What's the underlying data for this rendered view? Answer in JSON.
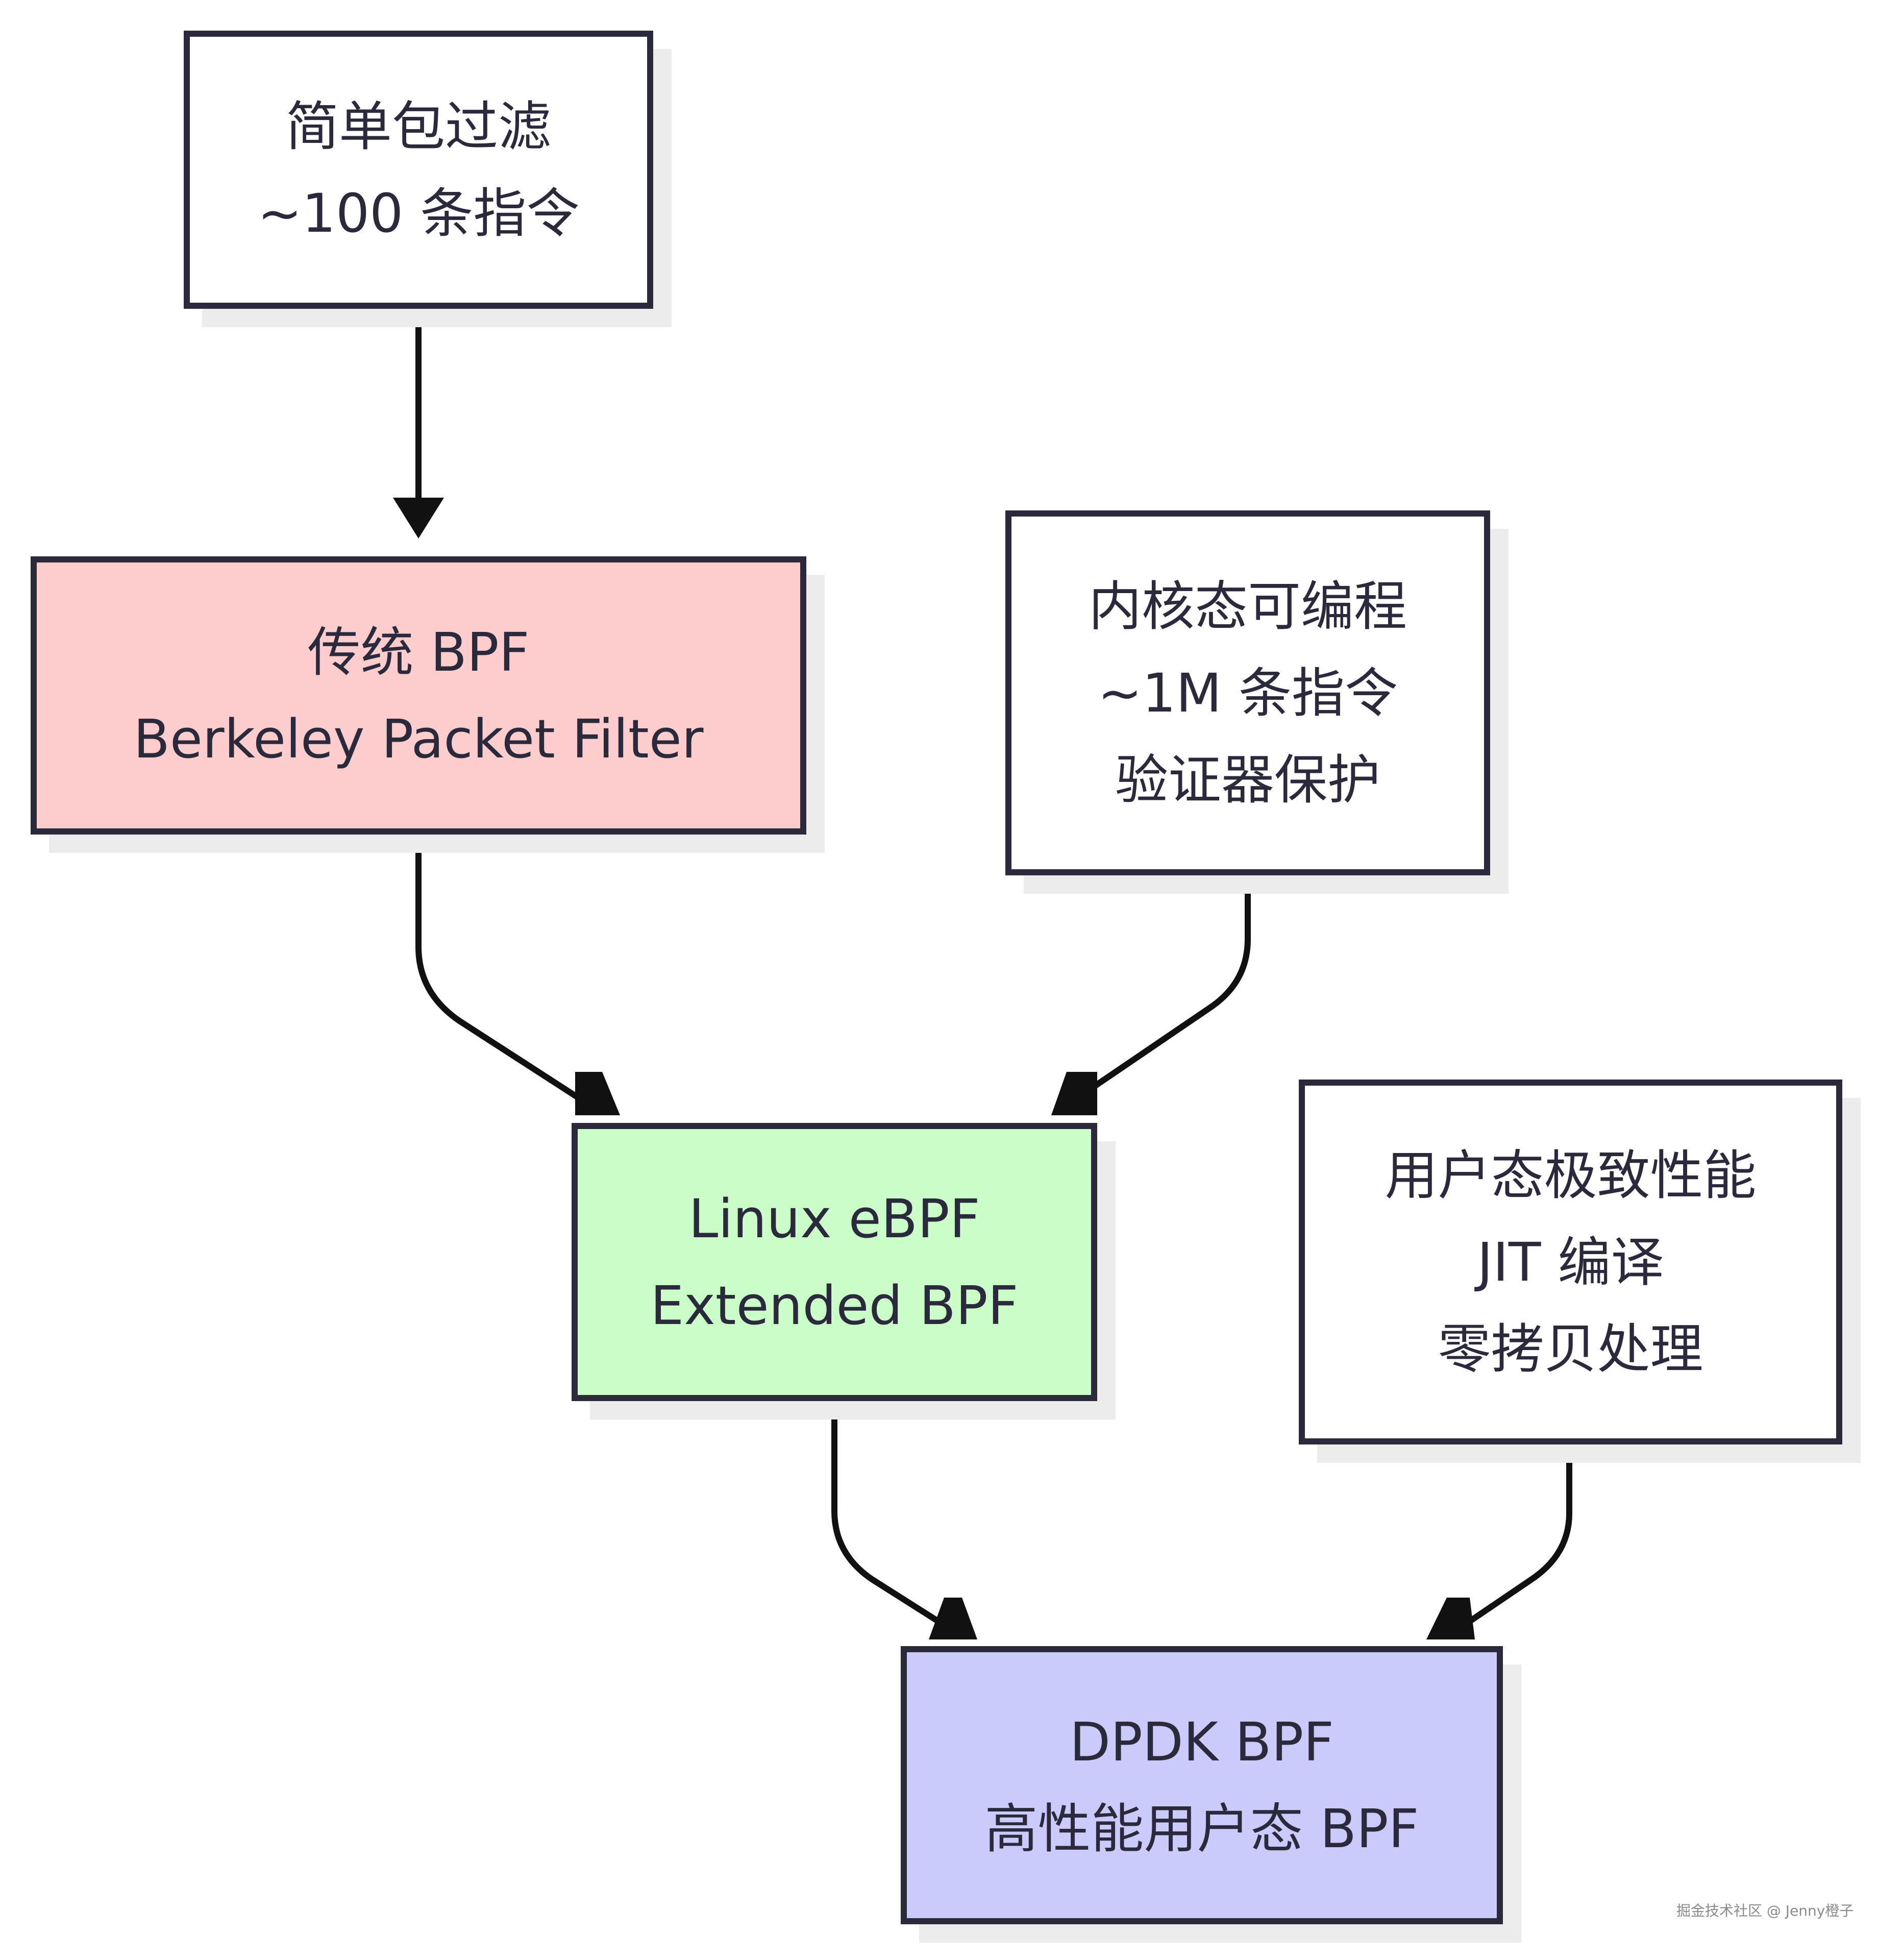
{
  "nodes": {
    "simple": {
      "lines": [
        "简单包过滤",
        "~100 条指令"
      ]
    },
    "classic": {
      "lines": [
        "传统 BPF",
        "Berkeley Packet Filter"
      ]
    },
    "kernel": {
      "lines": [
        "内核态可编程",
        "~1M 条指令",
        "验证器保护"
      ]
    },
    "ebpf": {
      "lines": [
        "Linux eBPF",
        "Extended BPF"
      ]
    },
    "user": {
      "lines": [
        "用户态极致性能",
        "JIT 编译",
        "零拷贝处理"
      ]
    },
    "dpdk": {
      "lines": [
        "DPDK BPF",
        "高性能用户态 BPF"
      ]
    }
  },
  "colors": {
    "stroke": "#2b2a3d",
    "classic_fill": "#fdcdcd",
    "ebpf_fill": "#cbfdc9",
    "dpdk_fill": "#cbcbfb",
    "plain_fill": "#ffffff",
    "shadow": "#ececec"
  },
  "watermark": "掘金技术社区 @ Jenny橙子"
}
